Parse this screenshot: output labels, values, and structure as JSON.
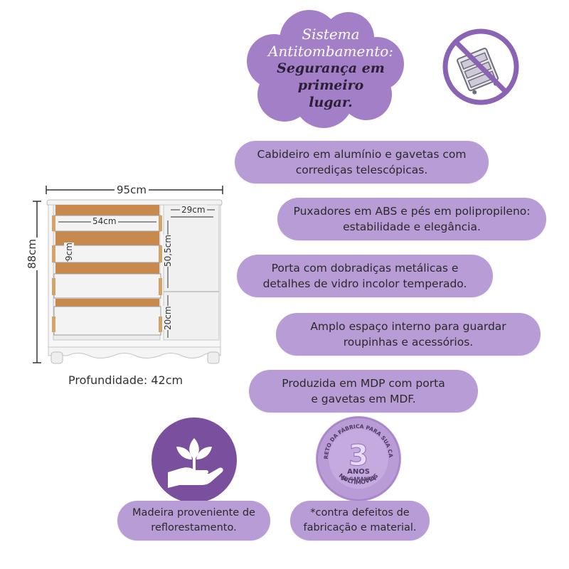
{
  "headline": {
    "line1": "Sistema",
    "line2": "Antitombamento:",
    "line3": "Segurança em primeiro",
    "line4": "lugar."
  },
  "features": [
    {
      "text": "Cabideiro em alumínio e gavetas com\ncorrediças telescópicas."
    },
    {
      "text": "Puxadores em ABS e pés em polipropileno:\nestabilidade e elegância."
    },
    {
      "text": "Porta com dobradiças metálicas e\ndetalhes de vidro incolor temperado."
    },
    {
      "text": "Amplo espaço interno para guardar\nroupinhas e acessórios."
    },
    {
      "text": "Produzida em MDP com porta\ne gavetas em MDF."
    }
  ],
  "dimensions": {
    "width": "95cm",
    "height": "88cm",
    "drawer_width": "54cm",
    "drawer_height": "9cm",
    "hanger_width": "29cm",
    "upper_compartment": "50,5cm",
    "lower_compartment": "20cm",
    "depth": "Profundidade: 42cm"
  },
  "badges": {
    "eco_caption": "Madeira proveniente de\nreflorestamento.",
    "warranty_caption": "*contra defeitos de\nfabricação e material.",
    "warranty_seal": {
      "top_text": "DIRETO DA FÁBRICA PARA SUA CASA",
      "number": "3",
      "unit": "ANOS",
      "sub": "DE GARANTIA",
      "brand": "MULTIMÓVEIS"
    }
  },
  "colors": {
    "accent": "#b79cd6",
    "dark_purple": "#7a4f9e",
    "wood": "#c8894c"
  }
}
